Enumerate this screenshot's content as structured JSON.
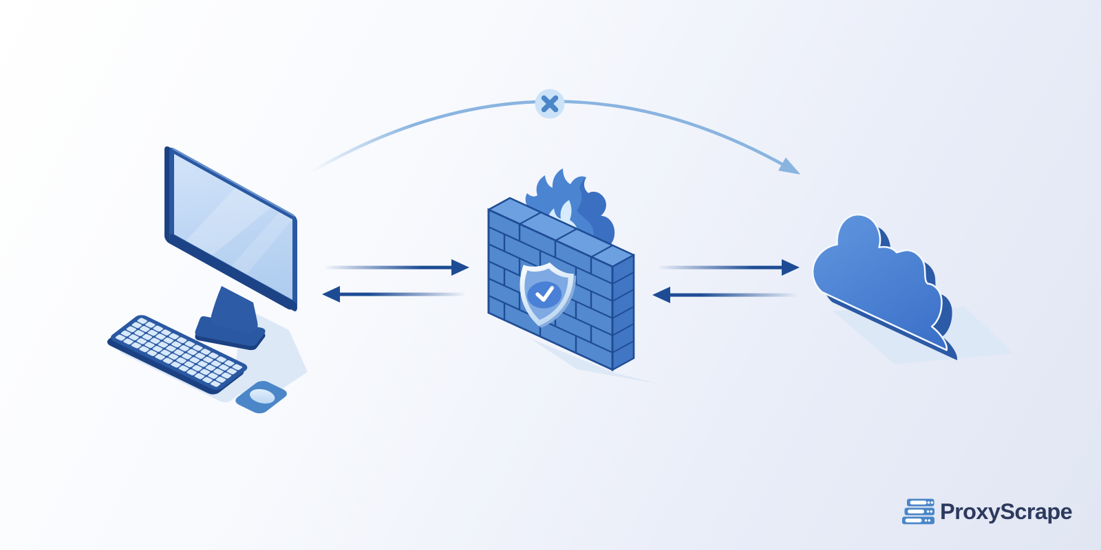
{
  "logo": {
    "text": "ProxyScrape",
    "icon": "server-stack-icon",
    "icon_color": "#4a86c8",
    "text_color": "#2d3a5e"
  },
  "illustration": {
    "computer": {
      "icon": "desktop-computer-icon",
      "parts": [
        "monitor",
        "stand",
        "keyboard",
        "mouse-pad",
        "mouse"
      ]
    },
    "firewall": {
      "icon": "firewall-brick-wall-icon",
      "flame": {
        "icon": "flame-icon"
      },
      "shield": {
        "icon": "shield-check-icon"
      }
    },
    "cloud": {
      "icon": "cloud-icon"
    },
    "blocked_path": {
      "icon": "x-cross-badge-icon",
      "meaning_shape": "arc-from-computer-to-cloud-with-x"
    },
    "arrows": {
      "count": 4,
      "style": "bidirectional-pairs",
      "icon": "arrow-icon"
    }
  },
  "colors": {
    "bg_start": "#ffffff",
    "bg_end": "#e1e6f3",
    "outline_navy": "#1f4c94",
    "frame_navy": "#2a58a2",
    "frame_dark": "#1b4182",
    "screen_light": "#c6dcf6",
    "keys_light": "#d8e9fb",
    "pad_blue": "#4a86c8",
    "wall_front": "#5289cf",
    "wall_side": "#4076c4",
    "wall_top": "#6ca0e0",
    "flame_outer": "#4b85d1",
    "flame_dark": "#3a6fc2",
    "flame_inner": "#d6ebfc",
    "shield_field": "#7ea9e2",
    "shield_ellipse": "#4a80d6",
    "cloud_front_light": "#5c92dc",
    "cloud_front_dark": "#3a6fc8",
    "cloud_side": "#2b5aa6",
    "arrow": "#1d4c94",
    "arc": "#8ab4e0",
    "badge_bg": "#cbe2f8",
    "badge_x": "#4a86c8",
    "shadow": "#dde8f6",
    "logo_blue": "#4a86c8",
    "logo_text": "#2d3a5e"
  }
}
